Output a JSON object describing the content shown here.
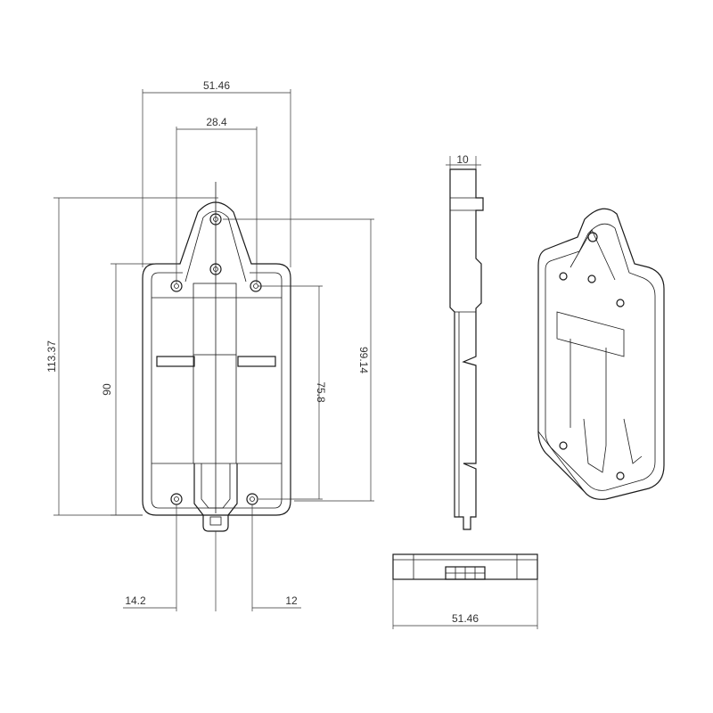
{
  "dimensions": {
    "overall_width": "51.46",
    "hook_width": "28.4",
    "total_height": "113.37",
    "hole_spacing_vertical": "90",
    "slot_height": "75.8",
    "upper_height": "99.14",
    "left_offset": "14.2",
    "right_offset": "12",
    "side_thickness": "10",
    "bottom_width": "51.46"
  }
}
